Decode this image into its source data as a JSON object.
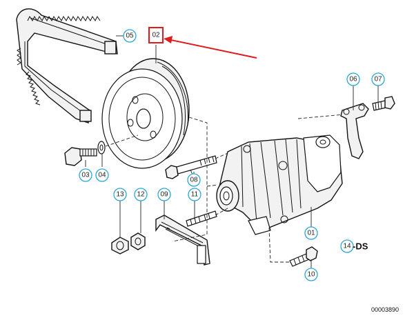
{
  "callouts": {
    "c01": "01",
    "c02": "02",
    "c03": "03",
    "c04": "04",
    "c05": "05",
    "c06": "06",
    "c07": "07",
    "c08": "08",
    "c09": "09",
    "c10": "10",
    "c11": "11",
    "c12": "12",
    "c13": "13",
    "c14": "14"
  },
  "suffix_14": "-DS",
  "reference_number": "00003890",
  "colors": {
    "callout_ring": "#29a8d8",
    "highlight_box": "#e01b1b",
    "highlight_arrow": "#e01b1b"
  }
}
